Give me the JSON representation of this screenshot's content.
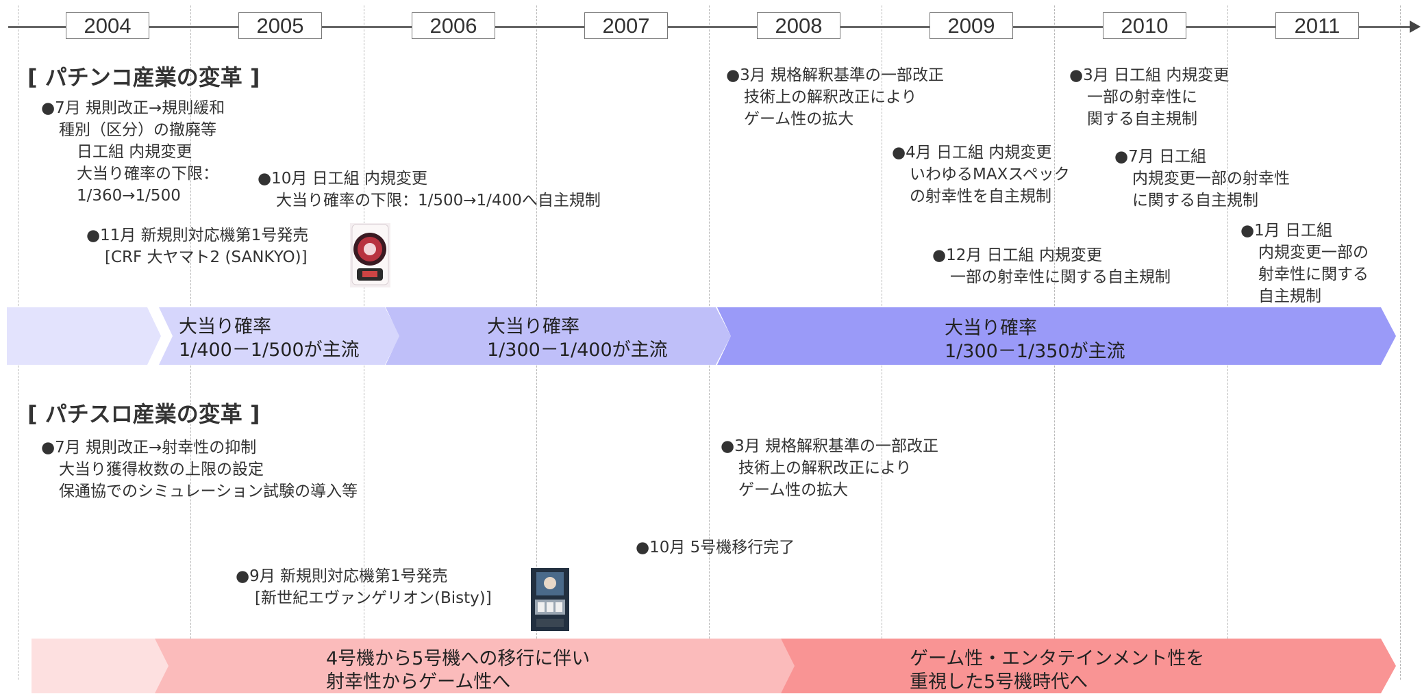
{
  "timeline": {
    "years": [
      "2004",
      "2005",
      "2006",
      "2007",
      "2008",
      "2009",
      "2010",
      "2011"
    ]
  },
  "pachinko": {
    "title": "[ パチンコ産業の変革 ]",
    "notes": [
      [
        "●7月 規則改正→規則緩和",
        "種別（区分）の撤廃等",
        "日工組 内規変更",
        "大当り確率の下限：",
        "1/360→1/500"
      ],
      [
        "●10月 日工組 内規変更",
        "大当り確率の下限：1/500→1/400へ自主規制"
      ],
      [
        "●11月 新規則対応機第1号発売",
        "[CRF 大ヤマト2 (SANKYO)]"
      ],
      [
        "●3月 規格解釈基準の一部改正",
        "技術上の解釈改正により",
        "ゲーム性の拡大"
      ],
      [
        "●4月 日工組 内規変更",
        "いわゆるMAXスペック",
        "の射幸性を自主規制"
      ],
      [
        "●12月 日工組 内規変更",
        "一部の射幸性に関する自主規制"
      ],
      [
        "●3月 日工組 内規変更",
        "一部の射幸性に",
        "関する自主規制"
      ],
      [
        "●7月 日工組",
        "内規変更一部の射幸性",
        "に関する自主規制"
      ],
      [
        "●1月 日工組",
        "内規変更一部の",
        "射幸性に関する",
        "自主規制"
      ]
    ],
    "bands": [
      {
        "label_1": "",
        "label_2": "",
        "color": "#e3e3fd"
      },
      {
        "label_1": "大当り確率",
        "label_2": "1/400－1/500が主流",
        "color": "#d6d6fc"
      },
      {
        "label_1": "大当り確率",
        "label_2": "1/300－1/400が主流",
        "color": "#bfbff9"
      },
      {
        "label_1": "大当り確率",
        "label_2": "1/300－1/350が主流",
        "color": "#9a9af8"
      }
    ]
  },
  "pachislot": {
    "title": "[ パチスロ産業の変革 ]",
    "notes": [
      [
        "●7月 規則改正→射幸性の抑制",
        "大当り獲得枚数の上限の設定",
        "保通協でのシミュレーション試験の導入等"
      ],
      [
        "●3月 規格解釈基準の一部改正",
        "技術上の解釈改正により",
        "ゲーム性の拡大"
      ],
      [
        "●10月 5号機移行完了"
      ],
      [
        "●9月 新規則対応機第1号発売",
        "[新世紀エヴァンゲリオン(Bisty)]"
      ]
    ],
    "bands": [
      {
        "label_1": "",
        "label_2": "",
        "color": "#fde0e0"
      },
      {
        "label_1": "4号機から5号機への移行に伴い",
        "label_2": "射幸性からゲーム性へ",
        "color": "#fbbbbb"
      },
      {
        "label_1": "ゲーム性・エンタテインメント性を",
        "label_2": "重視した5号機時代へ",
        "color": "#f99494"
      }
    ]
  }
}
